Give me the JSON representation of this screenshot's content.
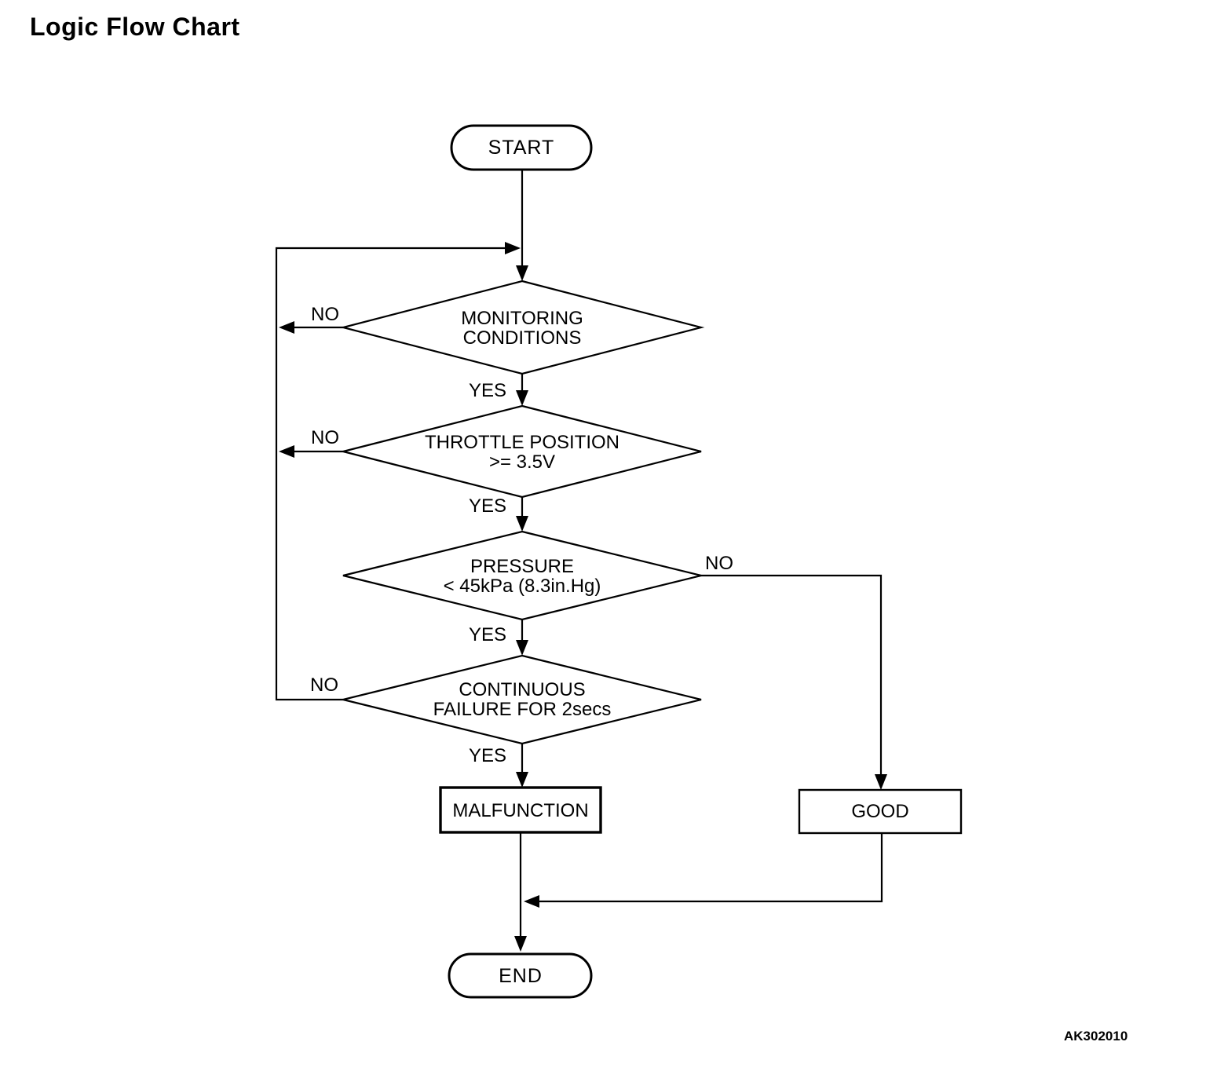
{
  "title": "Logic Flow Chart",
  "figure_code": "AK302010",
  "flowchart": {
    "start_label": "START",
    "end_label": "END",
    "yes_label": "YES",
    "no_label": "NO",
    "decisions": {
      "monitoring": {
        "line1": "MONITORING",
        "line2": "CONDITIONS"
      },
      "throttle": {
        "line1": "THROTTLE POSITION",
        "line2": ">= 3.5V"
      },
      "pressure": {
        "line1": "PRESSURE",
        "line2": "< 45kPa (8.3in.Hg)"
      },
      "failure": {
        "line1": "CONTINUOUS",
        "line2": "FAILURE FOR 2secs"
      }
    },
    "outcomes": {
      "malfunction": "MALFUNCTION",
      "good": "GOOD"
    },
    "edges": [
      {
        "from": "start",
        "to": "monitoring"
      },
      {
        "from": "monitoring",
        "label": "NO",
        "to": "loop-back"
      },
      {
        "from": "monitoring",
        "label": "YES",
        "to": "throttle"
      },
      {
        "from": "throttle",
        "label": "NO",
        "to": "loop-back"
      },
      {
        "from": "throttle",
        "label": "YES",
        "to": "pressure"
      },
      {
        "from": "pressure",
        "label": "NO",
        "to": "good"
      },
      {
        "from": "pressure",
        "label": "YES",
        "to": "failure"
      },
      {
        "from": "failure",
        "label": "NO",
        "to": "loop-back"
      },
      {
        "from": "failure",
        "label": "YES",
        "to": "malfunction"
      },
      {
        "from": "malfunction",
        "to": "end"
      },
      {
        "from": "good",
        "to": "end"
      }
    ],
    "colors": {
      "line": "#000000",
      "background": "#ffffff",
      "text": "#000000"
    }
  }
}
